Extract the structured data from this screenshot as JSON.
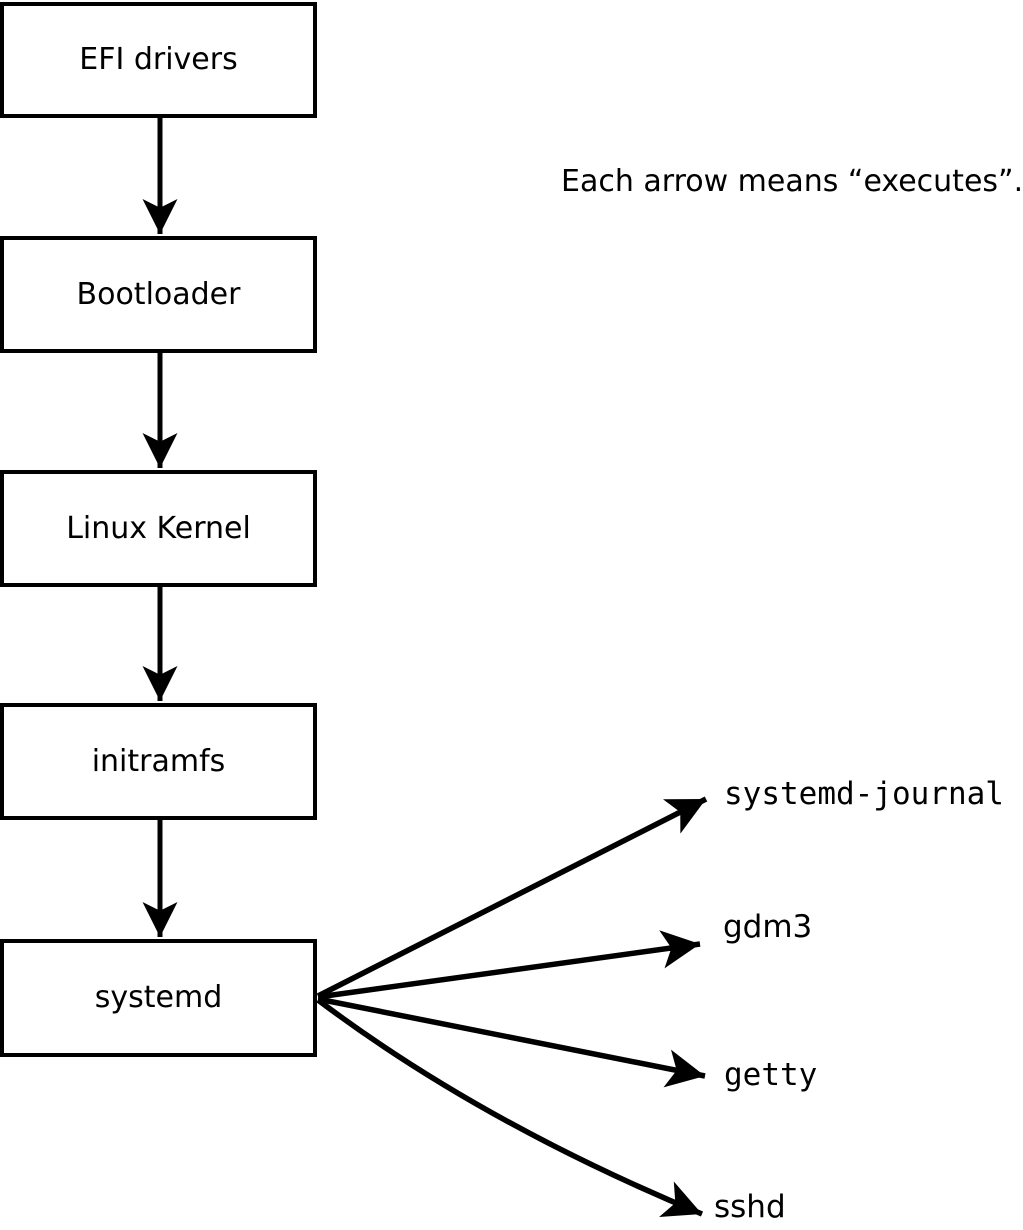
{
  "note": {
    "text": "Each arrow means “executes”."
  },
  "diagram": {
    "chain_boxes": [
      {
        "label": "EFI drivers"
      },
      {
        "label": "Bootloader"
      },
      {
        "label": "Linux Kernel"
      },
      {
        "label": "initramfs"
      },
      {
        "label": "systemd"
      }
    ],
    "spawned_processes": [
      {
        "label": "systemd-journal"
      },
      {
        "label": "gdm3"
      },
      {
        "label": "getty"
      },
      {
        "label": "sshd"
      }
    ],
    "colors": {
      "stroke": "#000000",
      "box_fill": "#ffffff",
      "background": "#ffffff",
      "text": "#000000"
    }
  }
}
